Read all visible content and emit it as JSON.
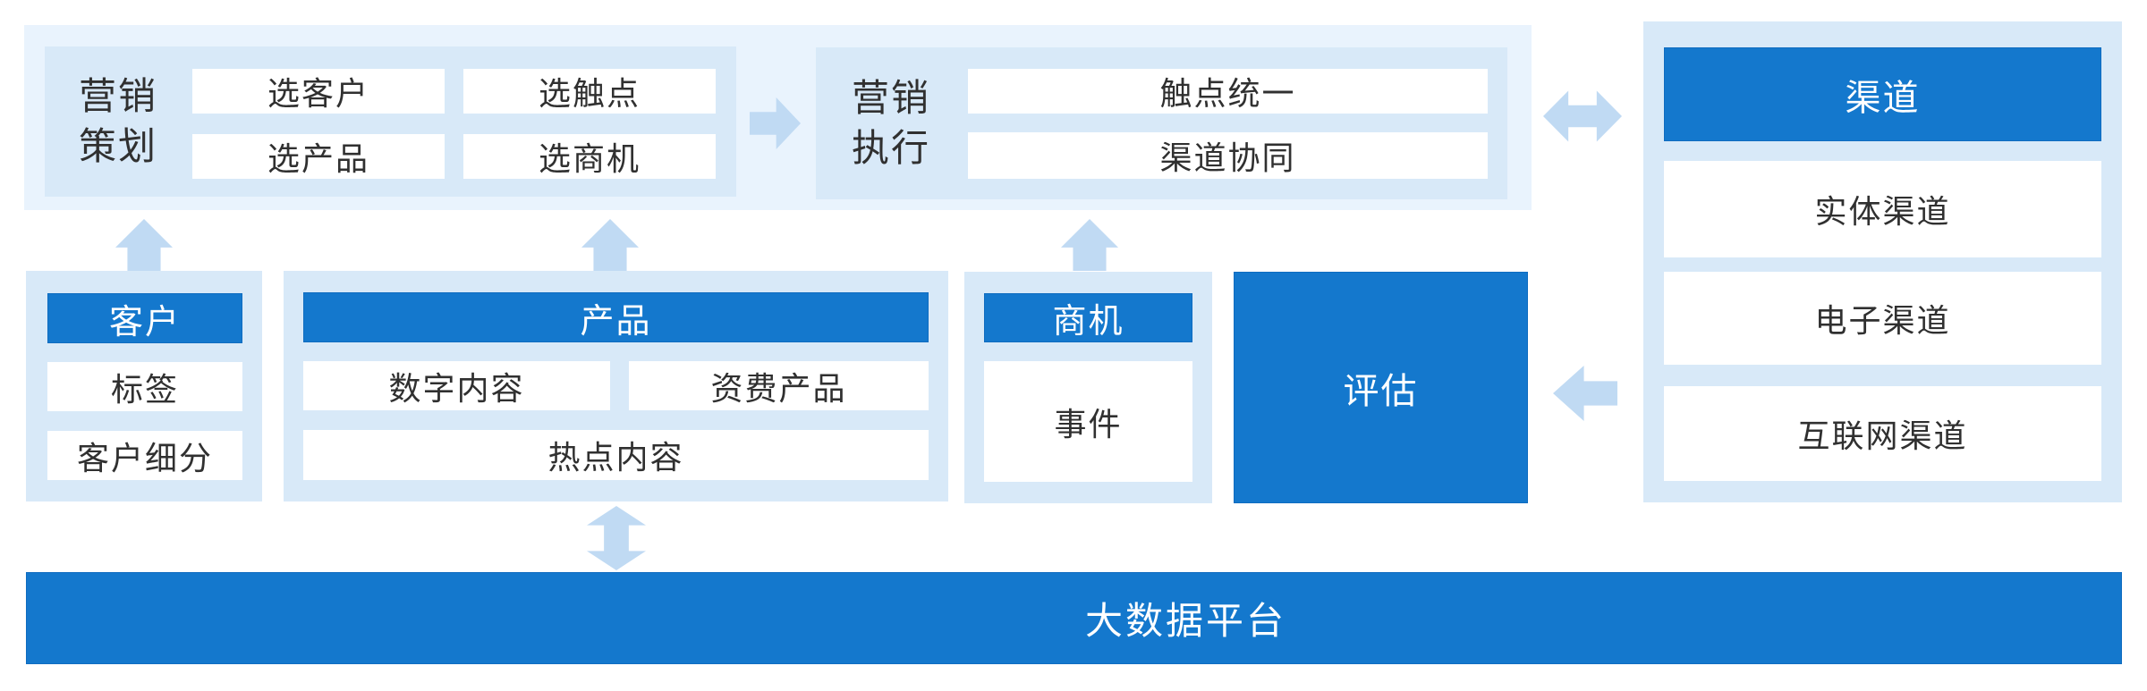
{
  "colors": {
    "accent_blue": "#1478cd",
    "panel_light_blue": "#d8e9f8",
    "band_light_blue": "#e9f3fd",
    "arrow_light_blue": "#c0daf3",
    "text_dark": "#303030",
    "text_on_blue": "#ffffff"
  },
  "diagram": {
    "planning": {
      "title_lines": [
        "营销",
        "策划"
      ],
      "items": [
        "选客户",
        "选触点",
        "选产品",
        "选商机"
      ]
    },
    "execution": {
      "title_lines": [
        "营销",
        "执行"
      ],
      "items": [
        "触点统一",
        "渠道协同"
      ]
    },
    "channel": {
      "header": "渠道",
      "items": [
        "实体渠道",
        "电子渠道",
        "互联网渠道"
      ]
    },
    "customer": {
      "header": "客户",
      "items": [
        "标签",
        "客户细分"
      ]
    },
    "product": {
      "header": "产品",
      "items": [
        "数字内容",
        "资费产品",
        "热点内容"
      ]
    },
    "opportunity": {
      "header": "商机",
      "items": [
        "事件"
      ]
    },
    "evaluation": {
      "label": "评估"
    },
    "platform": {
      "label": "大数据平台"
    }
  }
}
